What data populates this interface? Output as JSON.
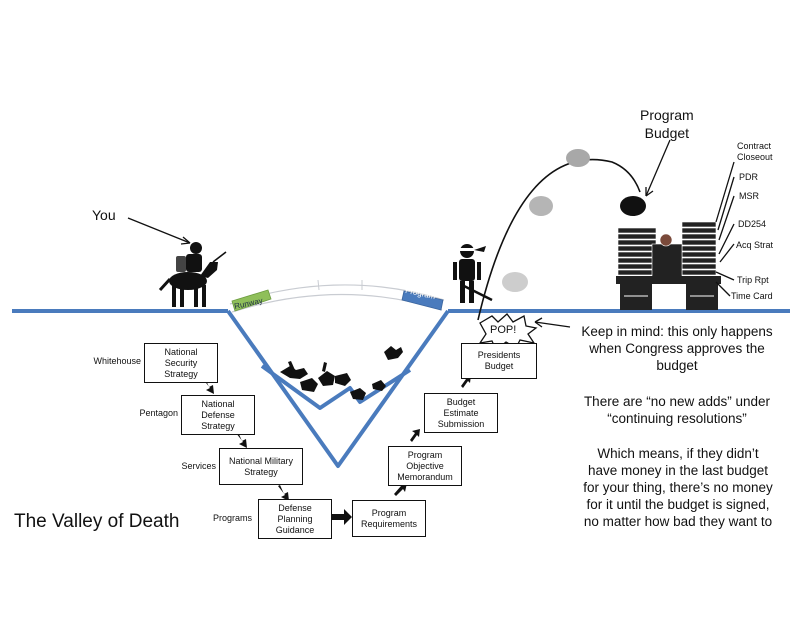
{
  "title": "The Valley of Death",
  "you_label": "You",
  "bridge": {
    "left_label": "Runway",
    "right_label": "Program"
  },
  "pop_label": "POP!",
  "program_budget_label": "Program\nBudget",
  "paperwork": [
    "Contract\nCloseout",
    "PDR",
    "MSR",
    "DD254",
    "Acq Strat",
    "Trip Rpt",
    "Time Card"
  ],
  "levels": [
    "Whitehouse",
    "Pentagon",
    "Services",
    "Programs"
  ],
  "boxes": {
    "nss": "National\nSecurity\nStrategy",
    "nds": "National\nDefense\nStrategy",
    "nms": "National Military\nStrategy",
    "dpg": "Defense\nPlanning\nGuidance",
    "pr": "Program\nRequirements",
    "pom": "Program\nObjective\nMemorandum",
    "bes": "Budget\nEstimate\nSubmission",
    "pb": "Presidents\nBudget"
  },
  "notes": {
    "n1": "Keep in mind: this only happens\nwhen Congress approves the\nbudget",
    "n2": "There are “no new adds” under\n“continuing resolutions”",
    "n3": "Which means, if they didn’t\nhave money in the last budget\nfor your thing, there’s no money\nfor it until the budget is signed,\nno matter how bad they want to"
  },
  "colors": {
    "ground": "#4a7bbd",
    "runway": "#8fbf5a",
    "program": "#4a7bbd",
    "ink": "#111111"
  }
}
